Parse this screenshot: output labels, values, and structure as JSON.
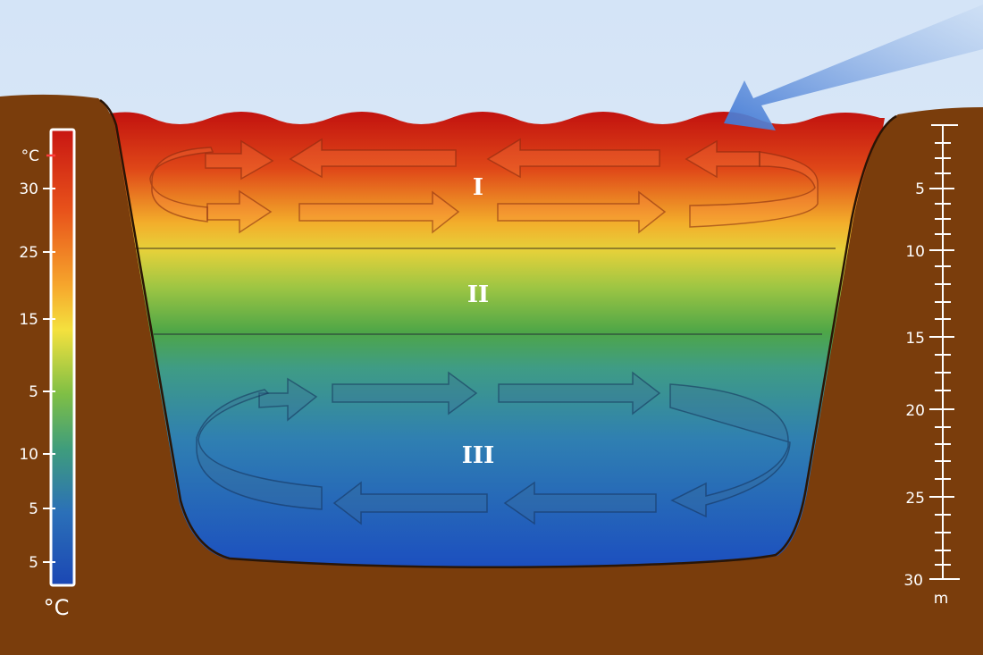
{
  "temperature_scale": {
    "top_unit": "°C",
    "ticks": [
      "30",
      "25",
      "15",
      "5",
      "10",
      "5",
      "5"
    ],
    "bottom_unit": "°C"
  },
  "depth_scale": {
    "ticks": [
      "5",
      "10",
      "15",
      "20",
      "25",
      "30"
    ],
    "unit": "m"
  },
  "zones": [
    "I",
    "II",
    "III"
  ],
  "colors": {
    "soil": "#7a3d0c",
    "sky_top": "#d6e6f8",
    "water_warm": "#c81a12",
    "water_mid": "#4aa84a",
    "water_cold": "#1f56c0",
    "sun_ray": "#4f86d8"
  }
}
